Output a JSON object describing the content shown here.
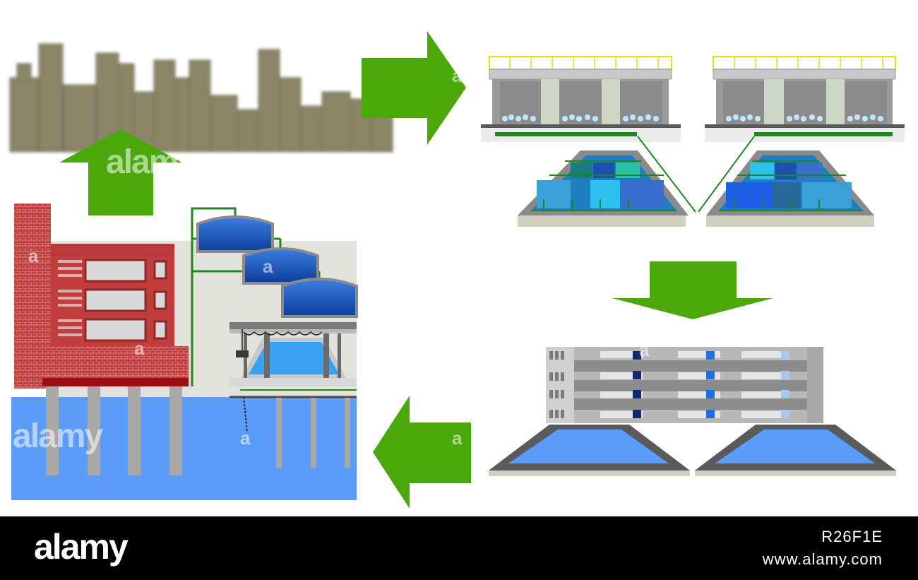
{
  "footer": {
    "logo_text": "alamy",
    "image_id": "R26F1E",
    "site_url": "www.alamy.com"
  },
  "watermarks": [
    "alamy",
    "alamy",
    "a",
    "a",
    "a",
    "a",
    "a",
    "a",
    "a"
  ],
  "colors": {
    "arrow": "#4aa80a",
    "water": "#5a9cf8",
    "brick": "#b83a3a",
    "city": "#8a8468",
    "tank": "#1e5fc4",
    "concrete": "#c8c8c8",
    "rail": "#e8e000"
  }
}
